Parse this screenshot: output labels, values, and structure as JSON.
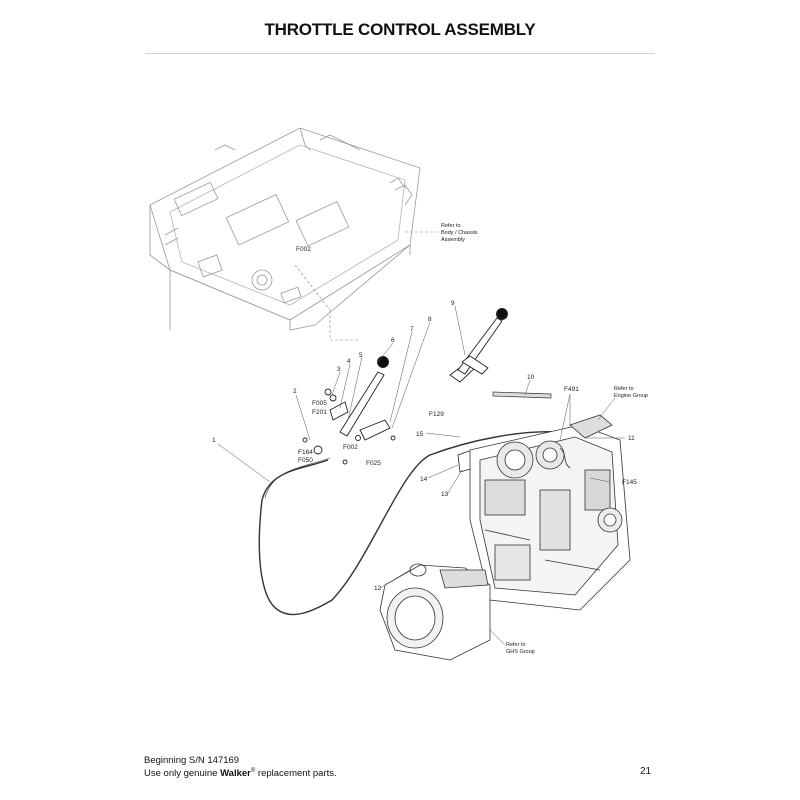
{
  "page": {
    "title": "THROTTLE CONTROL ASSEMBLY",
    "footer": {
      "line1": "Beginning S/N 147169",
      "line2_prefix": "Use only genuine ",
      "line2_brand": "Walker",
      "line2_reg": "®",
      "line2_suffix": " replacement parts.",
      "page_number": "21"
    }
  },
  "callouts": {
    "c1": "1",
    "c2": "2",
    "c3": "3",
    "c4": "4",
    "c5": "5",
    "c6": "6",
    "c7": "7",
    "c8": "8",
    "c9": "9",
    "c10": "10",
    "c11": "11",
    "c12": "12",
    "c13": "13",
    "c14": "14",
    "c15": "15",
    "f002a": "F002",
    "f002b": "F002",
    "f005": "F005",
    "f201": "F201",
    "f164": "F164",
    "f050": "F050",
    "f025": "F025",
    "f129": "F129",
    "f491": "F491",
    "f145": "F145"
  },
  "notes": {
    "body": [
      "Refer to",
      "Body / Chassis",
      "Assembly"
    ],
    "engine": [
      "Refer to",
      "Engine Group"
    ],
    "ghs": [
      "Refer to",
      "GHS Group"
    ]
  }
}
